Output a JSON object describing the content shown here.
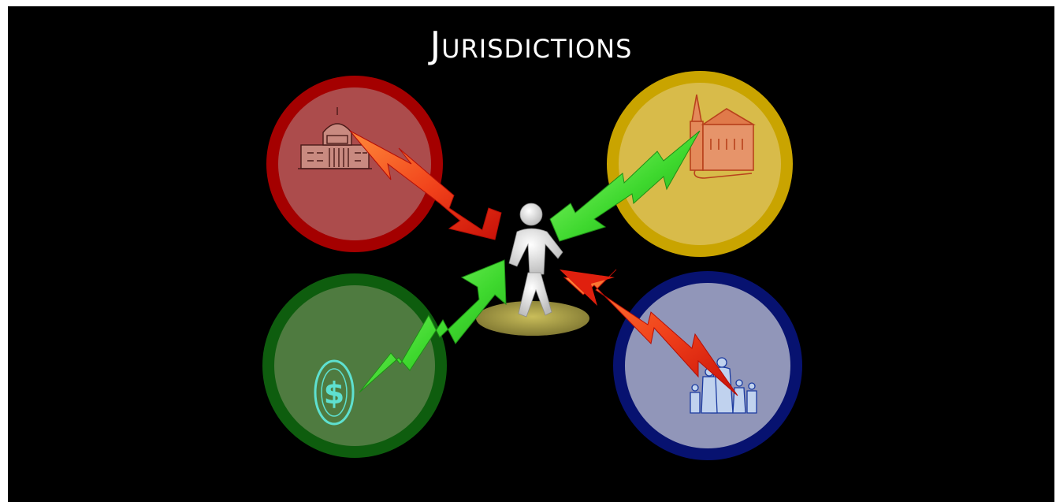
{
  "slide": {
    "title": "Jurisdictions"
  },
  "nodes": [
    {
      "id": "government",
      "icon": "capitol-building-icon",
      "ring_color": "#a60000",
      "fill_color": "#a84a4a"
    },
    {
      "id": "church",
      "icon": "church-building-icon",
      "ring_color": "#c9a600",
      "fill_color": "#d7b94a"
    },
    {
      "id": "money",
      "icon": "dollar-coin-icon",
      "ring_color": "#0f5e0f",
      "fill_color": "#4e7a3e"
    },
    {
      "id": "family",
      "icon": "family-group-icon",
      "ring_color": "#0a1270",
      "fill_color": "#9096b8"
    }
  ],
  "center": {
    "icon": "person-figure-icon",
    "platform_color": "#a39a4a"
  },
  "arrows": [
    {
      "from": "government",
      "to": "center",
      "color": "red"
    },
    {
      "from": "church",
      "to": "center",
      "color": "green"
    },
    {
      "from": "money",
      "to": "center",
      "color": "green"
    },
    {
      "from": "family",
      "to": "center",
      "color": "red"
    }
  ]
}
